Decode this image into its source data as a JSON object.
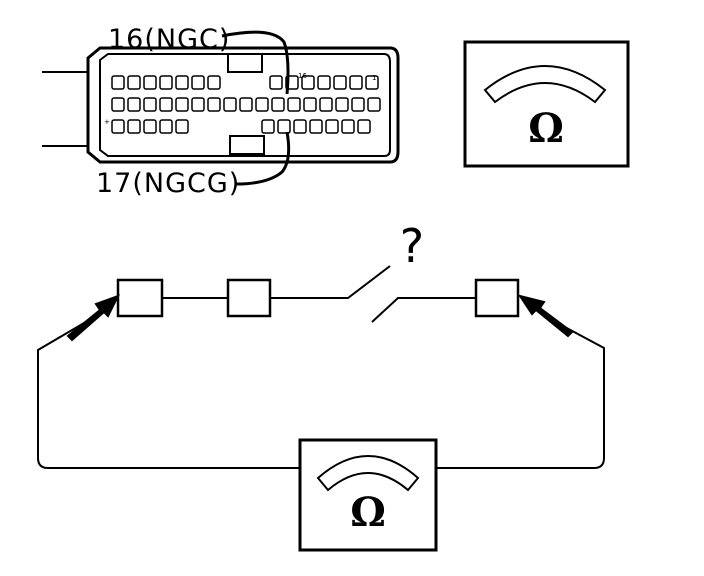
{
  "connector": {
    "pin_top_label": "16(NGC)",
    "pin_bottom_label": "17(NGCG)",
    "small_pin_marks": [
      "16",
      "1"
    ]
  },
  "question_mark": "?",
  "meter_top": {
    "symbol": "Ω",
    "icon": "ohmmeter-icon"
  },
  "meter_bottom": {
    "symbol": "Ω",
    "icon": "ohmmeter-icon"
  },
  "colors": {
    "line": "#000000",
    "background": "#ffffff"
  }
}
